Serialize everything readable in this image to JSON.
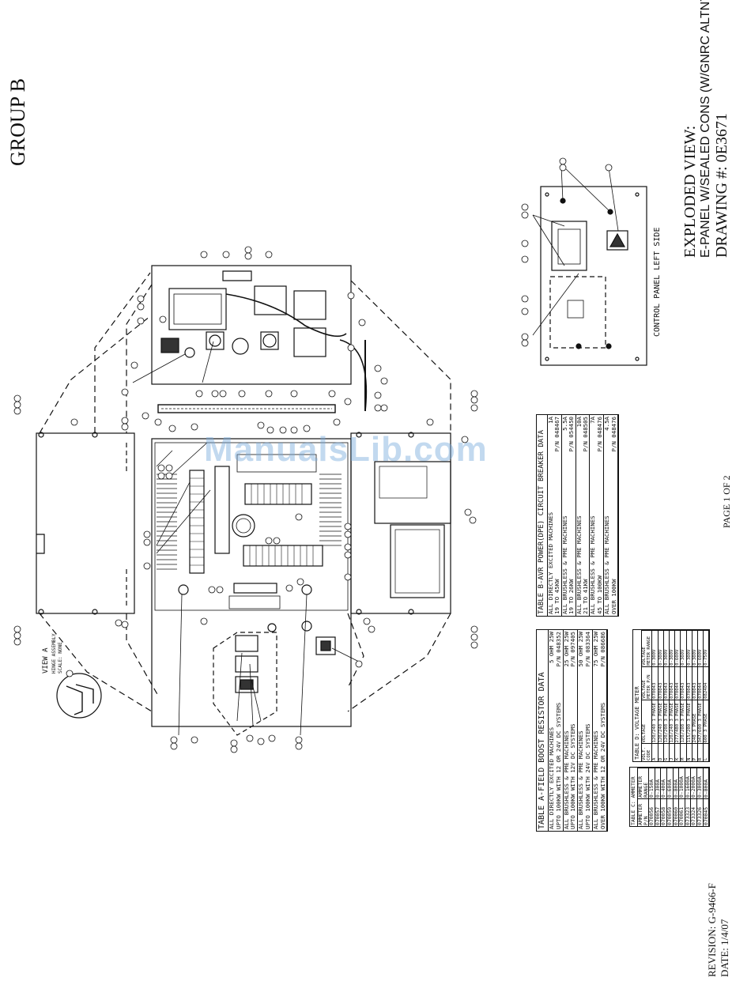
{
  "header": {
    "group": "GROUP B",
    "title_line1": "EXPLODED VIEW:",
    "title_line2": "E-PANEL W/SEALED CONS (W/GNRC ALTNTRS)",
    "drawing_no": "DRAWING #: 0E3671",
    "page": "PAGE 1 OF 2",
    "revision": "REVISION: G-9466-F",
    "date": "DATE: 1/4/07"
  },
  "labels": {
    "view_a": "VIEW A",
    "hinge_assembly": "HINGE ASSEMBLY",
    "scale_none": "SCALE: NONE",
    "control_panel": "CONTROL PANEL LEFT SIDE",
    "watermark": "ManualsLib.com"
  },
  "table_a": {
    "title": "TABLE A-FIELD BOOST RESISTOR DATA",
    "rows": [
      [
        "ALL DIRECTLY EXCITED MACHINES",
        "5 OHM 25W"
      ],
      [
        "UPTO 100KW WITH 12 OR 24V DC SYSTEMS",
        "P/N 048352"
      ],
      [
        "ALL BRUSHLESS & PME MACHINES",
        "25 OHM 25W"
      ],
      [
        "UPTO 100KW WITH 12V DC SYSTEMS",
        "P/N 097405"
      ],
      [
        "ALL BRUSHLESS & PME MACHINES",
        "50 OHM 25W"
      ],
      [
        "UPTO 100KW WITH 24V DC SYSTEMS",
        "P/N 083364"
      ],
      [
        "ALL BRUSHLESS & PME MACHINES",
        "75 OHM 25W"
      ],
      [
        "OVER 100KW WITH 12 OR 24V DC SYSTEMS",
        "P/N 086686"
      ]
    ]
  },
  "table_b": {
    "title": "TABLE B-AVR POWER(DPE) CIRCUIT BREAKER DATA",
    "rows": [
      [
        "ALL DIRECTLY EXCITED MACHINES",
        "1A"
      ],
      [
        "19 TO 45KW",
        "P/N 048467"
      ],
      [
        "ALL BRUSHLESS & PME MACHINES",
        "5.5A"
      ],
      [
        "19 TO 26KW",
        "P/N 054450"
      ],
      [
        "ALL BRUSHLESS & PME MACHINES",
        "10A"
      ],
      [
        "21 TO 41KW",
        "P/N 048505"
      ],
      [
        "ALL BRUSHLESS & PME MACHINES",
        "7A"
      ],
      [
        "45 TO 100KW",
        "P/N 048476"
      ],
      [
        "ALL BRUSHLESS & PME MACHINES",
        "4.5A"
      ],
      [
        "OVER 100KW",
        "P/N 048476"
      ]
    ]
  },
  "table_c": {
    "title": "TABLE C: AMMETER",
    "headers": [
      "AMMETER P/N",
      "AMMETER RANGE"
    ],
    "rows": [
      [
        "070056",
        "0-150A"
      ],
      [
        "070057",
        "0-300A"
      ],
      [
        "070058",
        "0-400A"
      ],
      [
        "070059",
        "0-600A"
      ],
      [
        "070060",
        "0-800A"
      ],
      [
        "070061",
        "0-1000A"
      ],
      [
        "073323",
        "0-1600A"
      ],
      [
        "073324",
        "0-2000A"
      ],
      [
        "073326",
        "0-3000A"
      ],
      [
        "070045",
        "0-800A"
      ]
    ]
  },
  "table_d": {
    "title": "TABLE D: VOLTAGE METER",
    "headers": [
      "VOLT. CODE",
      "VOLTAGE",
      "VOLTAGE METER P/N",
      "VOLTAGE METER RANGE"
    ],
    "rows": [
      [
        "A",
        "120/240 1 PHASE",
        "070043",
        "0-300V"
      ],
      [
        "D",
        "120/240 3 PHASE",
        "070043",
        "0-300V"
      ],
      [
        "G",
        "120/208 3 PHASE",
        "070043",
        "0-300V"
      ],
      [
        "J",
        "120/240 3 PHASE",
        "070043",
        "0-300V"
      ],
      [
        "K",
        "277/480 3 PHASE",
        "070044",
        "0-600V"
      ],
      [
        "M",
        "120/208 3 PHASE",
        "070043",
        "0-300V"
      ],
      [
        "N",
        "115/200 3 PHASE",
        "070043",
        "0-300V"
      ],
      [
        "P",
        "240 3 PHASE",
        "070043",
        "0-300V"
      ],
      [
        "R",
        "347/600 3 PHASE",
        "070044",
        "0-600V"
      ],
      [
        "L",
        "600 3 PHASE",
        "082404",
        "0-750V"
      ]
    ]
  }
}
